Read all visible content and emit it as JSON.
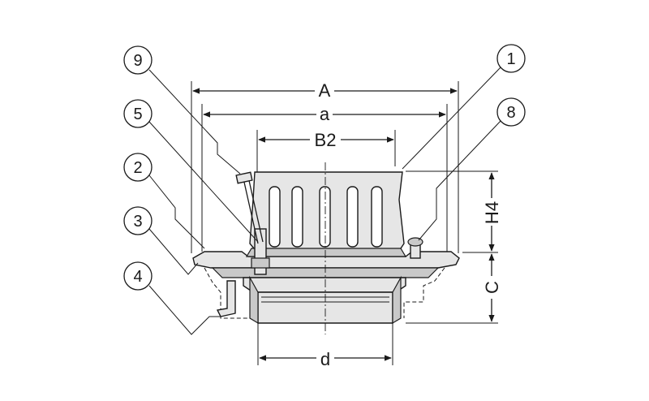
{
  "dimensions": {
    "A": "A",
    "a": "a",
    "B2": "B2",
    "H4": "H4",
    "C": "C",
    "d": "d"
  },
  "callouts": {
    "c1": "1",
    "c2": "2",
    "c3": "3",
    "c4": "4",
    "c5": "5",
    "c8": "8",
    "c9": "9"
  },
  "colors": {
    "line": "#1a1a1a",
    "metal": "#e6e6e6",
    "metal_dark": "#c9c9c9",
    "background": "#ffffff"
  }
}
